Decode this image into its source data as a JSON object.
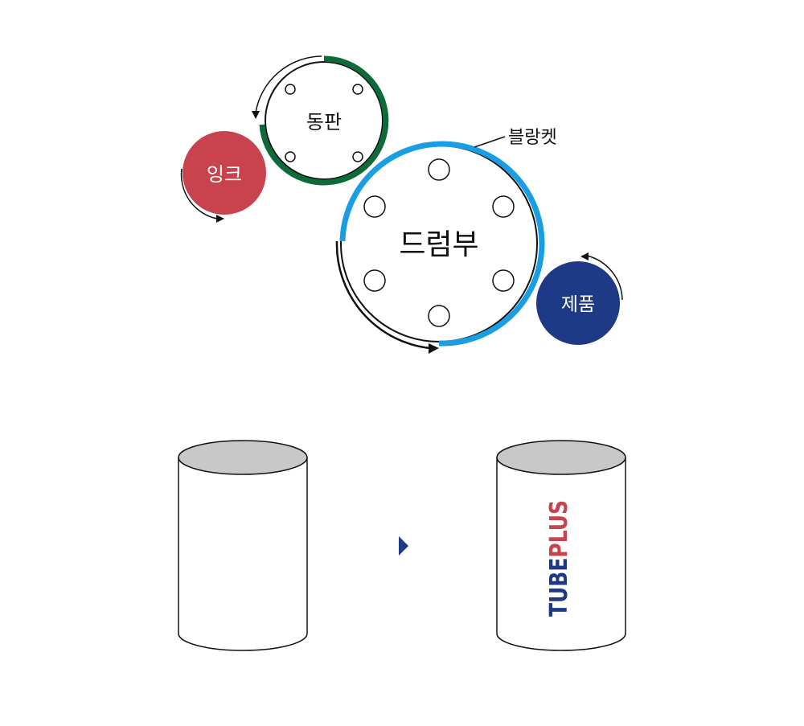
{
  "diagram": {
    "labels": {
      "plate": "동판",
      "ink": "잉크",
      "blanket": "블랑켓",
      "drum": "드럼부",
      "product": "제품"
    },
    "logo": {
      "part1": "TUBE",
      "part2": "PLUS"
    },
    "colors": {
      "plate_ring": "#0f6a3a",
      "ink_circle": "#c9434f",
      "blanket_ring": "#1a9ee3",
      "product_circle": "#1e3a86",
      "arrow": "#1e3a86",
      "cup_top": "#c8c8c8",
      "logo_red": "#c9434f",
      "logo_navy": "#1e3a86"
    },
    "icons": {
      "process_arrow": "triangle-right-icon"
    }
  }
}
